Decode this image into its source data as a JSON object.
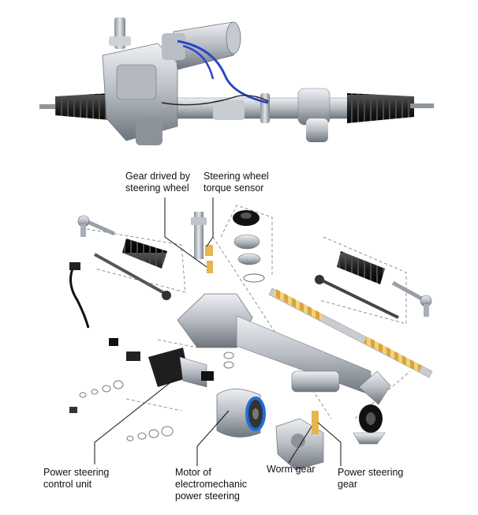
{
  "labels": {
    "gear_driven": [
      "Gear drived by",
      "steering wheel"
    ],
    "torque_sensor": [
      "Steering wheel",
      "torque sensor"
    ],
    "control_unit": [
      "Power steering",
      "control unit"
    ],
    "motor": [
      "Motor of",
      "electromechanic",
      "power steering"
    ],
    "worm_gear": [
      "Worm gear"
    ],
    "steering_gear": [
      "Power steering",
      "gear"
    ]
  },
  "colors": {
    "metal_light": "#d9dde2",
    "metal_mid": "#a9afb6",
    "metal_dark": "#5f656c",
    "boot_black": "#1b1b1b",
    "cable_blue": "#2d44c9",
    "rack_yellow": "#e8b84a",
    "ring_blue": "#1d6fd6"
  }
}
